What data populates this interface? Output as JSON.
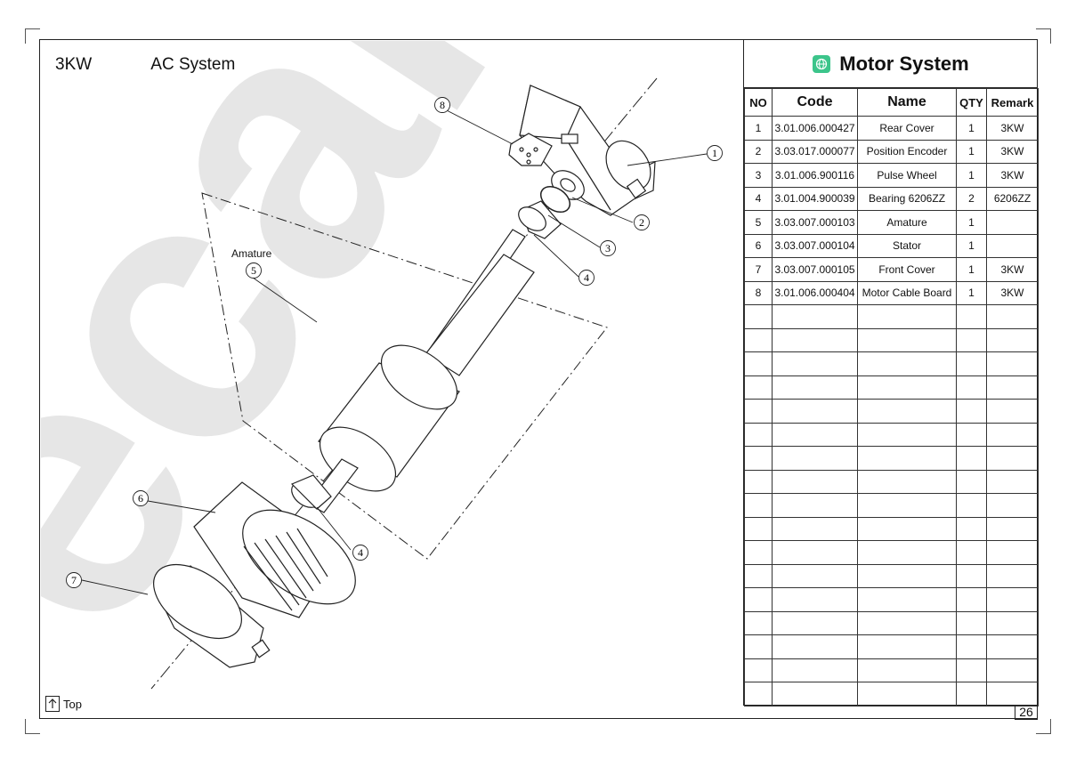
{
  "header": {
    "power": "3KW",
    "system": "AC System"
  },
  "panel": {
    "title": "Motor System",
    "columns": {
      "no": "NO",
      "code": "Code",
      "name": "Name",
      "qty": "QTY",
      "remark": "Remark"
    },
    "rows": [
      {
        "no": "1",
        "code": "3.01.006.000427",
        "name": "Rear Cover",
        "qty": "1",
        "remark": "3KW"
      },
      {
        "no": "2",
        "code": "3.03.017.000077",
        "name": "Position Encoder",
        "qty": "1",
        "remark": "3KW"
      },
      {
        "no": "3",
        "code": "3.01.006.900116",
        "name": "Pulse Wheel",
        "qty": "1",
        "remark": "3KW"
      },
      {
        "no": "4",
        "code": "3.01.004.900039",
        "name": "Bearing 6206ZZ",
        "qty": "2",
        "remark": "6206ZZ"
      },
      {
        "no": "5",
        "code": "3.03.007.000103",
        "name": "Amature",
        "qty": "1",
        "remark": ""
      },
      {
        "no": "6",
        "code": "3.03.007.000104",
        "name": "Stator",
        "qty": "1",
        "remark": ""
      },
      {
        "no": "7",
        "code": "3.03.007.000105",
        "name": "Front Cover",
        "qty": "1",
        "remark": "3KW"
      },
      {
        "no": "8",
        "code": "3.01.006.000404",
        "name": "Motor Cable Board",
        "qty": "1",
        "remark": "3KW"
      }
    ]
  },
  "drawing": {
    "watermark": "ecar",
    "assembly_label": "Amature",
    "callouts": [
      "1",
      "2",
      "3",
      "4",
      "4",
      "5",
      "6",
      "7",
      "8"
    ]
  },
  "footer": {
    "top_label": "Top",
    "page_number": "26"
  },
  "colors": {
    "accent": "#3cc58b",
    "watermark": "#e6e6e6",
    "line": "#222222"
  },
  "icons": {
    "title_icon": "globe-icon",
    "top_icon": "arrow-up-icon"
  }
}
